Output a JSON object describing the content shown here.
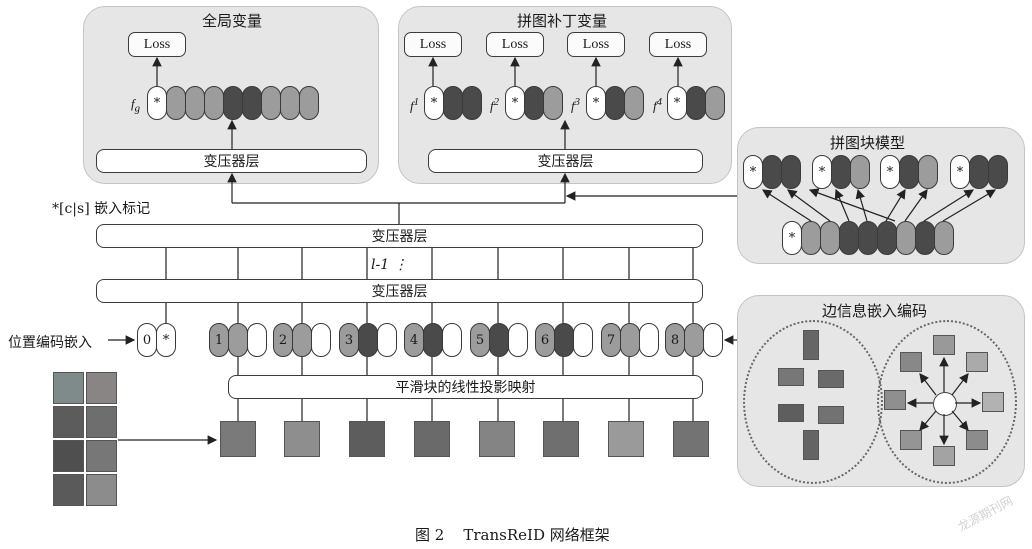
{
  "global_panel": {
    "title": "全局变量",
    "loss": "Loss",
    "layer": "变压器层",
    "f_label": "f",
    "f_sub": "g"
  },
  "patch_panel": {
    "title": "拼图补丁变量",
    "losses": [
      "Loss",
      "Loss",
      "Loss",
      "Loss"
    ],
    "layer": "变压器层",
    "f_labels": [
      "f",
      "f",
      "f",
      "f"
    ],
    "f_sups": [
      "1",
      "2",
      "3",
      "4"
    ]
  },
  "jigsaw_panel": {
    "title": "拼图块模型"
  },
  "sie_panel": {
    "title": "边信息嵌入编码"
  },
  "cls_label": "*[c|s] 嵌入标记",
  "top_layer": "变压器层",
  "repeat_label": "l-1 ⋮",
  "bottom_layer": "变压器层",
  "pos_label": "位置编码嵌入",
  "token_numbers": [
    "0",
    "1",
    "2",
    "3",
    "4",
    "5",
    "6",
    "7",
    "8"
  ],
  "linear_proj": "平滑块的线性投影映射",
  "star": "*",
  "caption": "图 2    TransReID 网络框架",
  "watermark": "龙源期刊网"
}
